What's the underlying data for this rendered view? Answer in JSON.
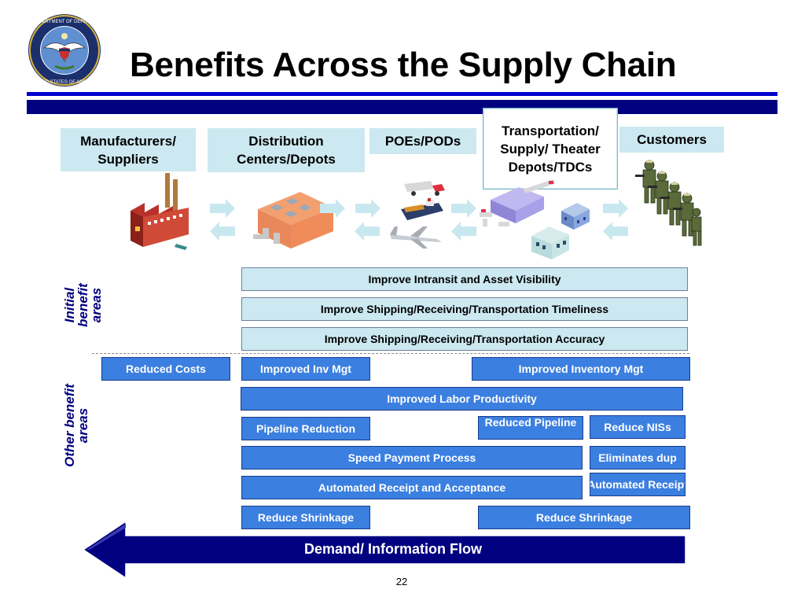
{
  "slide": {
    "title": "Benefits Across the Supply Chain",
    "page_number": "22",
    "seal_text": "DEPARTMENT OF DEFENSE · UNITED STATES OF AMERICA"
  },
  "stages": {
    "manufacturers": "Manufacturers/ Suppliers",
    "distribution": "Distribution Centers/Depots",
    "poes": "POEs/PODs",
    "transportation": "Transportation/ Supply/ Theater Depots/TDCs",
    "customers": "Customers"
  },
  "labels": {
    "initial": "Initial benefit areas",
    "other": "Other benefit areas"
  },
  "initial_bars": [
    "Improve Intransit and Asset Visibility",
    "Improve Shipping/Receiving/Transportation Timeliness",
    "Improve Shipping/Receiving/Transportation Accuracy"
  ],
  "other_boxes": {
    "reduced_costs": "Reduced Costs",
    "improved_inv_mgt": "Improved Inv Mgt",
    "improved_inventory_mgt": "Improved Inventory Mgt",
    "improved_labor": "Improved Labor Productivity",
    "pipeline_reduction": "Pipeline Reduction",
    "reduced_pipeline": "Reduced Pipeline",
    "reduce_niss": "Reduce NISs",
    "speed_payment": "Speed Payment Process",
    "eliminates_dup": "Eliminates dup",
    "automated_receipt_acceptance": "Automated Receipt and Acceptance",
    "automated_receipt": "Automated Receipt",
    "reduce_shrinkage_left": "Reduce Shrinkage",
    "reduce_shrinkage_right": "Reduce Shrinkage"
  },
  "flow": {
    "label": "Demand/ Information Flow"
  },
  "colors": {
    "navy": "#000080",
    "bright_blue": "#0000cc",
    "box_blue": "#3b7fe0",
    "light_cyan": "#cce8f0"
  },
  "icons": [
    "dod-seal-icon",
    "factory-icon",
    "warehouse-icon",
    "truck-icon",
    "ship-icon",
    "airplane-icon",
    "depot-buildings-icon",
    "soldiers-icon",
    "right-arrow-icon",
    "left-arrow-icon"
  ]
}
